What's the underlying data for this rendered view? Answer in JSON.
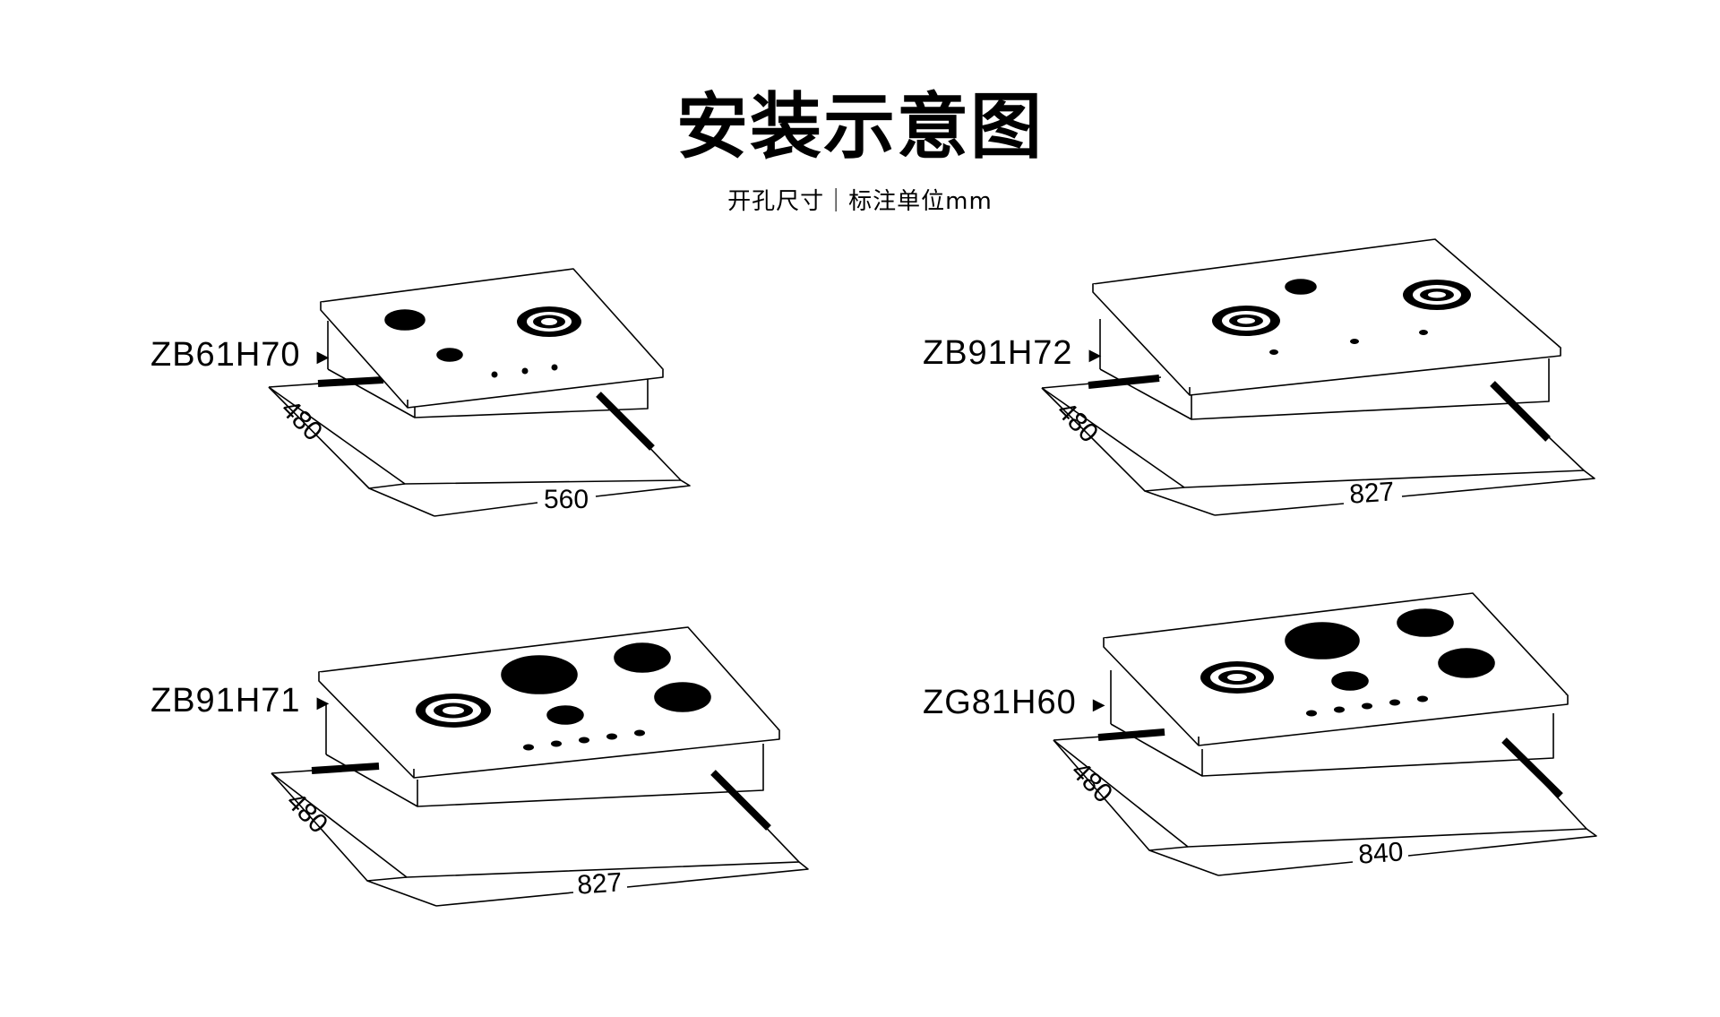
{
  "header": {
    "title": "安装示意图",
    "subtitle": "开孔尺寸｜标注单位mm"
  },
  "cooktops": [
    {
      "model": "ZB61H70",
      "depth": "480",
      "width": "560"
    },
    {
      "model": "ZB91H72",
      "depth": "480",
      "width": "827"
    },
    {
      "model": "ZB91H71",
      "depth": "480",
      "width": "827"
    },
    {
      "model": "ZG81H60",
      "depth": "480",
      "width": "840"
    }
  ],
  "colors": {
    "line": "#000000",
    "background": "#ffffff"
  }
}
